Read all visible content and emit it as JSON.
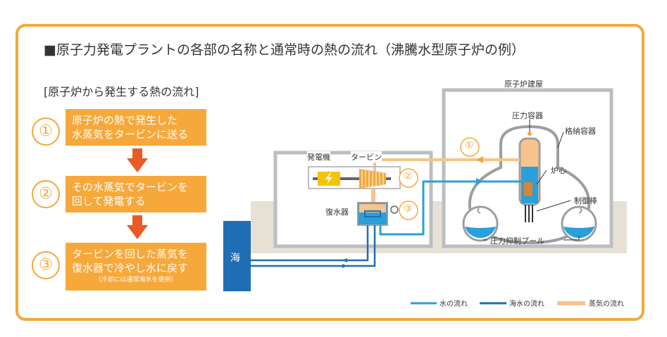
{
  "title": "■原子力発電プラントの各部の名称と通常時の熱の流れ（沸騰水型原子炉の例）",
  "subtitle": "[原子炉から発生する熱の流れ]",
  "steps": [
    {
      "num": "①",
      "line1": "原子炉の熱で発生した",
      "line2": "水蒸気をタービンに送る"
    },
    {
      "num": "②",
      "line1": "その水蒸気でタービンを",
      "line2": "回して発電する"
    },
    {
      "num": "③",
      "line1": "タービンを回した蒸気を",
      "line2": "復水器で冷やし水に戻す",
      "note": "（冷却には通常海水を使用）"
    }
  ],
  "labels": {
    "reactor_building": "原子炉建屋",
    "pressure_vessel": "圧力容器",
    "containment": "格納容器",
    "core": "炉心",
    "control_rod": "制御棒",
    "suppression_pool": "圧力抑制プール",
    "generator": "発電機",
    "turbine": "タービン",
    "condenser": "復水器",
    "sea": "海",
    "num1": "①",
    "num2": "②",
    "num3": "③"
  },
  "legend": {
    "water": "水の流れ",
    "seawater": "海水の流れ",
    "steam": "蒸気の流れ"
  },
  "colors": {
    "accent": "#f2a93b",
    "step_box": "#f7a83b",
    "arrow": "#ea5a24",
    "water": "#29a0d9",
    "seawater": "#1f6eb3",
    "steam": "#f6c48c",
    "ground": "#e7e1d5",
    "building": "#bdbec2"
  }
}
